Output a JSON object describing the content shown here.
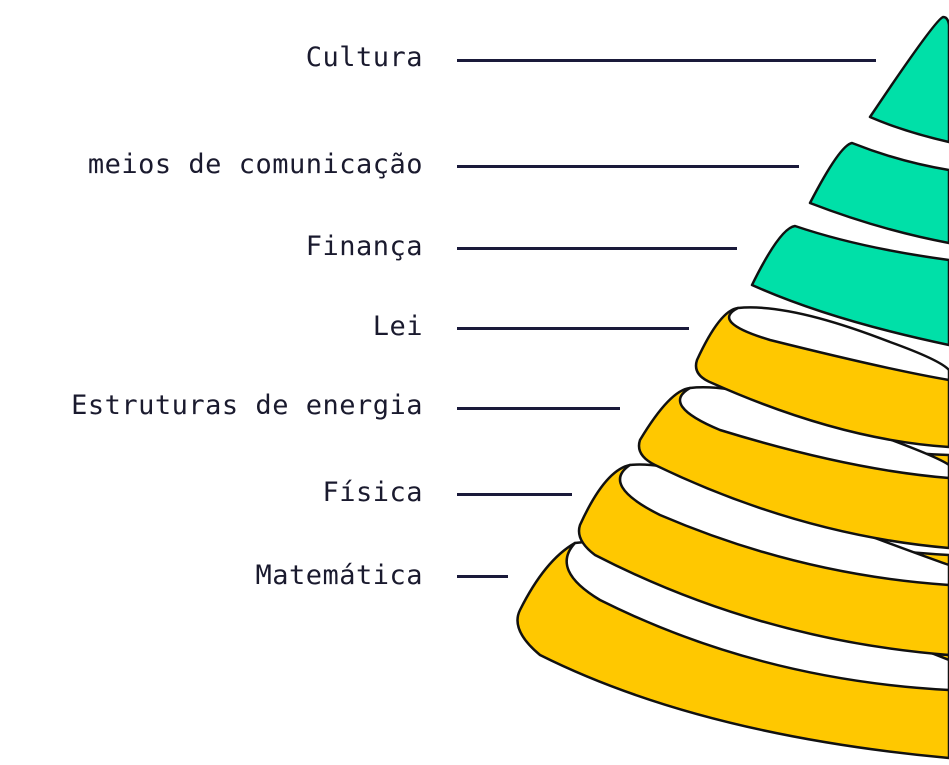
{
  "pyramid": {
    "layers_top_to_bottom": [
      "Cultura",
      "meios de comunicação",
      "Finança",
      "Lei",
      "Estruturas de energia",
      "Física",
      "Matemática"
    ]
  },
  "colors": {
    "teal": "#00e0a8",
    "yellow": "#ffc800",
    "outline": "#111111",
    "leader": "#1a1a3a",
    "text": "#1a1a2e"
  }
}
